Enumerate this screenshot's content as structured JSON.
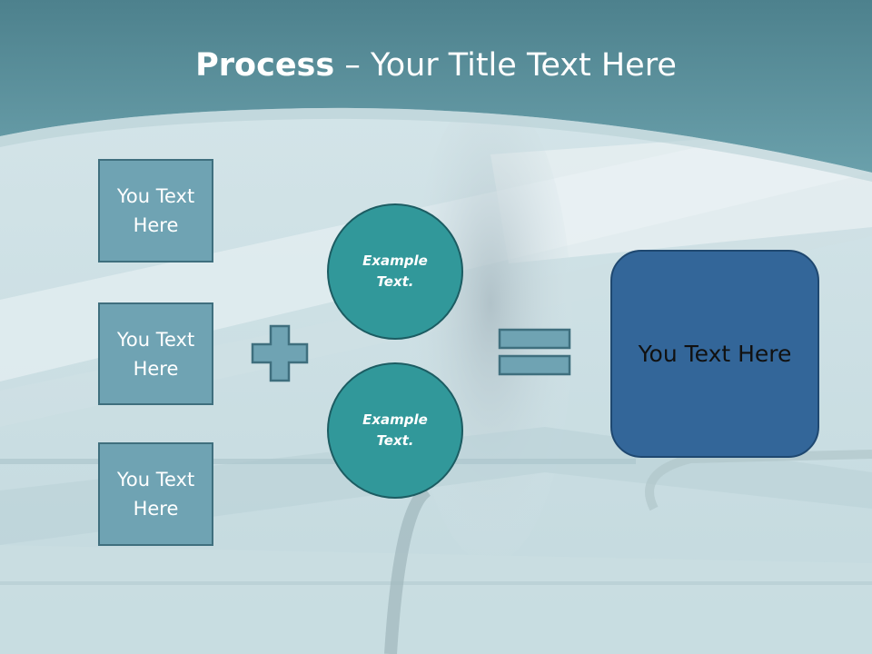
{
  "slide": {
    "title_bold": "Process",
    "title_rest": " – Your Title Text Here",
    "left_boxes": [
      {
        "label": "You Text Here"
      },
      {
        "label": "You Text Here"
      },
      {
        "label": "You Text Here"
      }
    ],
    "circles": [
      {
        "label": "Example Text."
      },
      {
        "label": "Example Text."
      }
    ],
    "result_box": {
      "label": "You Text Here"
    },
    "operators": {
      "plus": "plus-icon",
      "equals": "equals-icon"
    }
  },
  "colors": {
    "header": "#5b97a3",
    "box_fill": "#6fa3b3",
    "circle_fill": "#31989a",
    "result_fill": "#336699"
  }
}
